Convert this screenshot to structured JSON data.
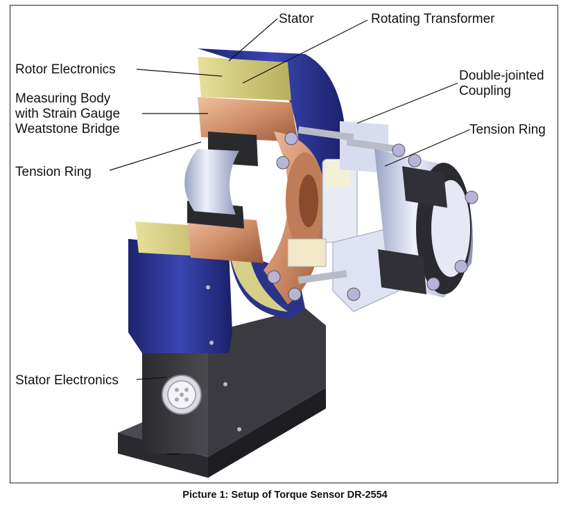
{
  "figure": {
    "labels": {
      "stator": "Stator",
      "rotating_transformer": "Rotating Transformer",
      "rotor_electronics": "Rotor Electronics",
      "measuring_body_line1": "Measuring Body",
      "measuring_body_line2": "with Strain Gauge",
      "measuring_body_line3": "Weatstone Bridge",
      "double_jointed_line1": "Double-jointed",
      "double_jointed_line2": "Coupling",
      "tension_ring_right": "Tension Ring",
      "tension_ring_left": "Tension Ring",
      "stator_electronics": "Stator Electronics"
    },
    "caption": "Picture 1: Setup of Torque Sensor DR-2554"
  }
}
